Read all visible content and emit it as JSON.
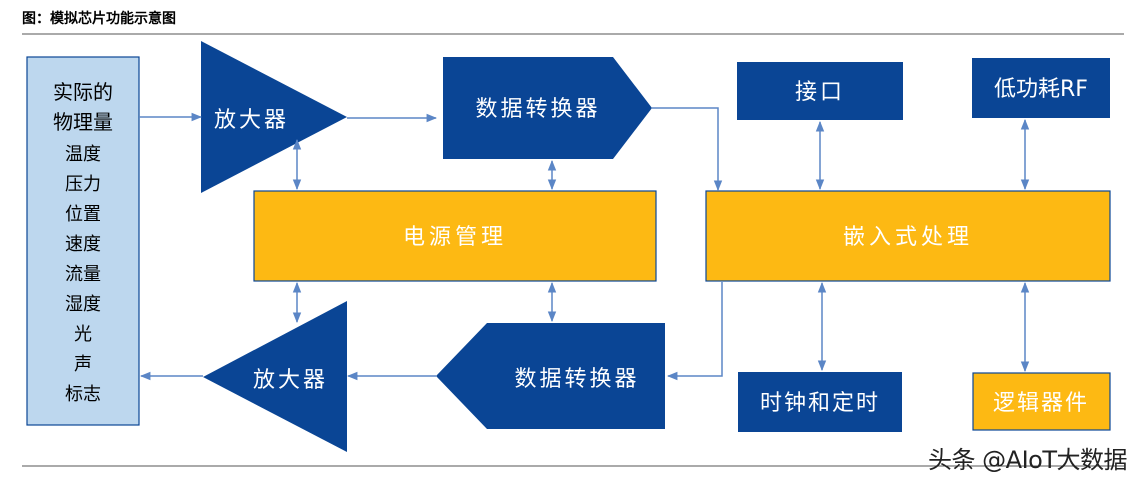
{
  "figure_title": "图：模拟芯片功能示意图",
  "watermark": "头条 @AIoT大数据",
  "colors": {
    "dark_blue": "#0a4595",
    "light_blue": "#bdd7ee",
    "gold": "#fdb913",
    "arrow": "#5b86c6",
    "rule": "#555555"
  },
  "physical": {
    "title_line1": "实际的",
    "title_line2": "物理量",
    "items": [
      "温度",
      "压力",
      "位置",
      "速度",
      "流量",
      "湿度",
      "光",
      "声",
      "标志"
    ]
  },
  "amp_top": "放大器",
  "adc": "数据转换器",
  "interface": "接口",
  "low_power_rf": "低功耗RF",
  "power_mgmt": "电源管理",
  "embedded": "嵌入式处理",
  "amp_bottom": "放大器",
  "dac": "数据转换器",
  "clock_timer": "时钟和定时",
  "logic": "逻辑器件"
}
